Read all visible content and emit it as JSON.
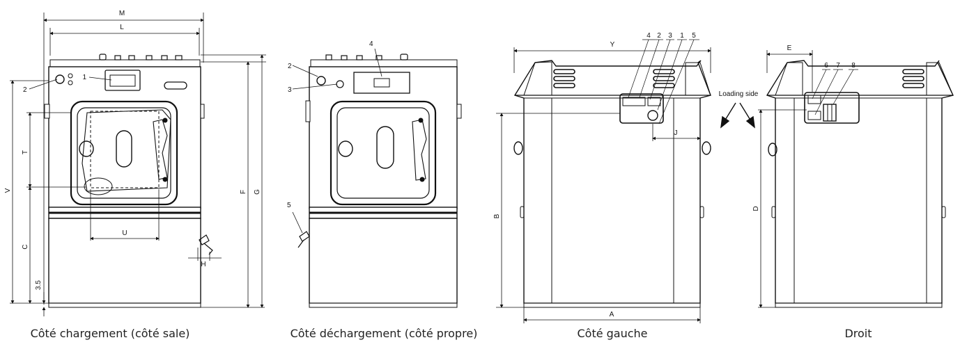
{
  "views": {
    "front_load": {
      "caption": "Côté chargement (côté sale)",
      "dims": {
        "M": "M",
        "L": "L",
        "V": "V",
        "T": "T",
        "C": "C",
        "F": "F",
        "G": "G",
        "U": "U",
        "H": "H",
        "d35": "3.5"
      },
      "callouts": {
        "c1": "1",
        "c2": "2"
      }
    },
    "front_unload": {
      "caption": "Côté déchargement (côté propre)",
      "callouts": {
        "c2": "2",
        "c3": "3",
        "c4": "4",
        "c5": "5"
      }
    },
    "left_side": {
      "caption": "Côté gauche",
      "dims": {
        "Y": "Y",
        "B": "B",
        "A": "A",
        "J": "J"
      },
      "callouts": {
        "c4": "4",
        "c2": "2",
        "c3": "3",
        "c1": "1",
        "c5": "5"
      }
    },
    "right_side": {
      "caption": "Droit",
      "dims": {
        "E": "E",
        "D": "D"
      },
      "callouts": {
        "c6": "6",
        "c7": "7",
        "c8": "8"
      },
      "loading_label": "Loading side"
    }
  }
}
